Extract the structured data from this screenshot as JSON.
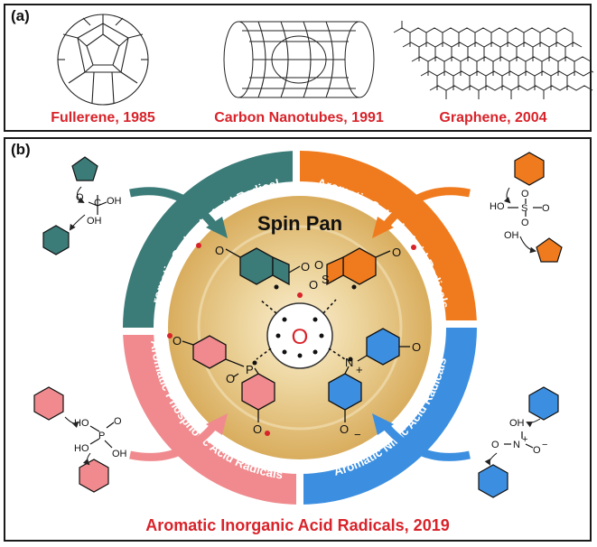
{
  "panel_a": {
    "label": "(a)",
    "items": [
      {
        "caption": "Fullerene, 1985"
      },
      {
        "caption": "Carbon Nanotubes, 1991"
      },
      {
        "caption": "Graphene, 2004"
      }
    ]
  },
  "panel_b": {
    "label": "(b)",
    "center_title": "Spin Pan",
    "center_atom": "O",
    "footer": "Aromatic Inorganic Acid Radicals, 2019",
    "ring_labels": {
      "carbonic": "Aromatic Carbonic Acid Radicals",
      "sulfuric": "Aromatic Sulfuric Acid Radicals",
      "phosphoric": "Aromatic Phosphoric Acid Radicals",
      "nitric": "Aromatic Nitric Acid Radicals"
    },
    "colors": {
      "carbonic": "#3b7b78",
      "sulfuric": "#f07b1e",
      "phosphoric": "#f08a8e",
      "nitric": "#3c8fe0",
      "pan": "#e0bb72",
      "accent": "#d8232a"
    }
  }
}
